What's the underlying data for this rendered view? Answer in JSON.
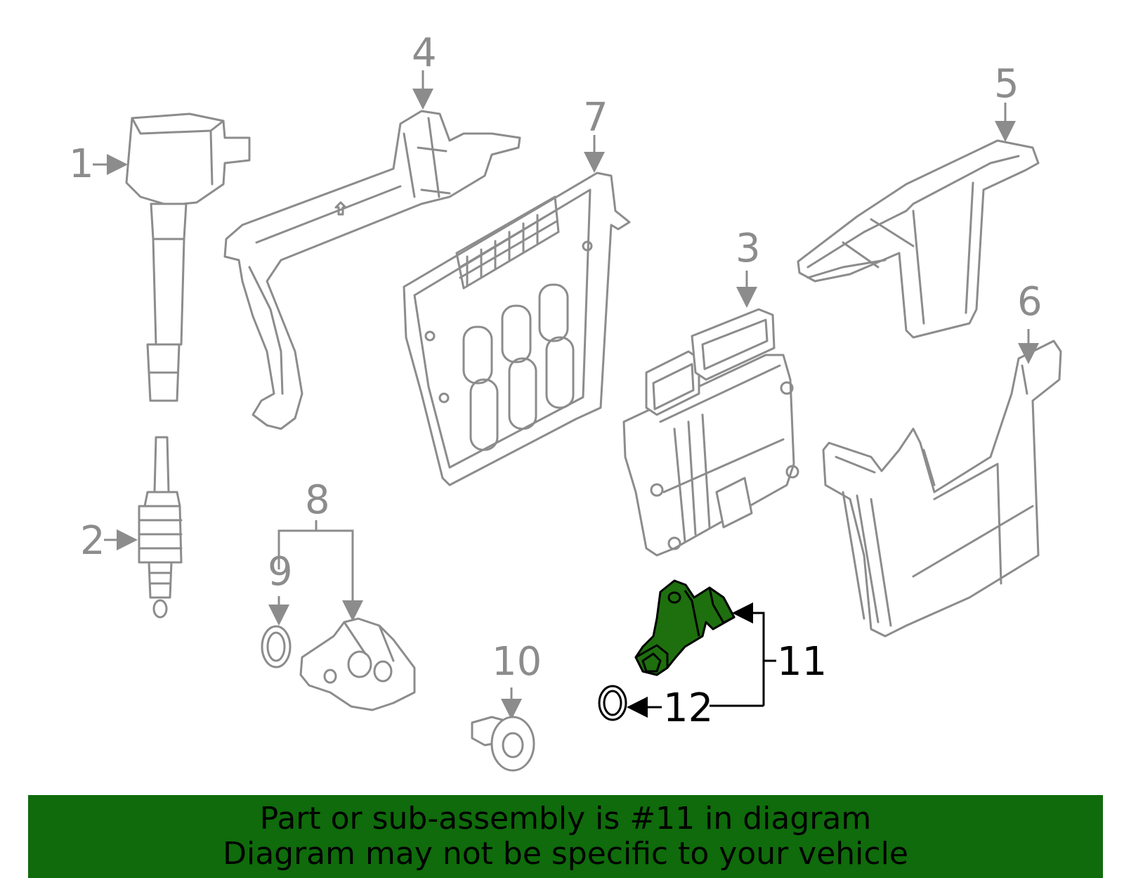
{
  "callouts": [
    {
      "id": "1",
      "label": "1"
    },
    {
      "id": "2",
      "label": "2"
    },
    {
      "id": "3",
      "label": "3"
    },
    {
      "id": "4",
      "label": "4"
    },
    {
      "id": "5",
      "label": "5"
    },
    {
      "id": "6",
      "label": "6"
    },
    {
      "id": "7",
      "label": "7"
    },
    {
      "id": "8",
      "label": "8"
    },
    {
      "id": "9",
      "label": "9"
    },
    {
      "id": "10",
      "label": "10"
    },
    {
      "id": "11",
      "label": "11"
    },
    {
      "id": "12",
      "label": "12"
    }
  ],
  "highlight": {
    "part": "11",
    "color": "#1e6f0e"
  },
  "banner": {
    "line1": "Part or sub-assembly is #11 in diagram",
    "line2": "Diagram may not be specific to your vehicle",
    "background": "#0f6b0b"
  }
}
